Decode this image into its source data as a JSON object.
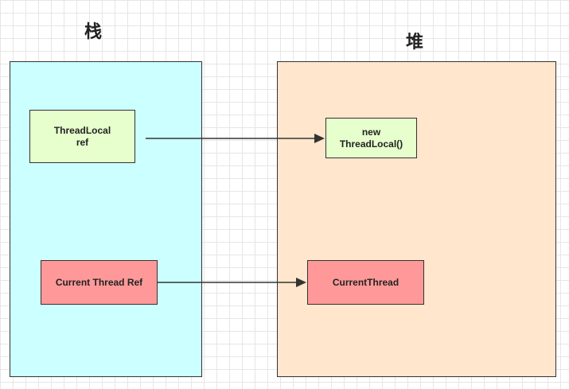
{
  "colors": {
    "stack_fill": "#ccffff",
    "heap_fill": "#ffe6cc",
    "reference_fill": "#e6ffcc",
    "thread_fill": "#ff9999",
    "stroke": "#333333"
  },
  "stack": {
    "title": "栈",
    "threadlocal_ref": "ThreadLocal\nref",
    "current_thread_ref": "Current Thread Ref"
  },
  "heap": {
    "title": "堆",
    "threadlocal_object": "new\nThreadLocal()",
    "current_thread_object": "CurrentThread"
  }
}
